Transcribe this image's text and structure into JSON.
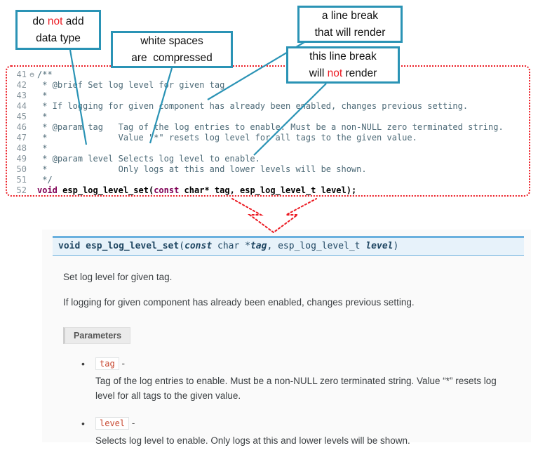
{
  "colors": {
    "teal": "#2a93b5",
    "red": "#ec1c24",
    "cm": "#4e6b78",
    "kw": "#7f0055",
    "sigbg": "#e7f2fa",
    "sigline": "#6ab0de",
    "sigtext": "#1f4662",
    "badge": "#c7462e",
    "panel": "#fafafa",
    "body": "#3d4144"
  },
  "callouts": [
    {
      "lines": [
        [
          {
            "t": "do "
          },
          {
            "t": "not",
            "red": true
          },
          {
            "t": " add"
          }
        ],
        [
          {
            "t": "data type"
          }
        ]
      ]
    },
    {
      "lines": [
        [
          {
            "t": "white spaces"
          }
        ],
        [
          {
            "t": "are  compressed"
          }
        ]
      ]
    },
    {
      "lines": [
        [
          {
            "t": "a line break"
          }
        ],
        [
          {
            "t": "that will render"
          }
        ]
      ]
    },
    {
      "lines": [
        [
          {
            "t": "this line break"
          }
        ],
        [
          {
            "t": "will "
          },
          {
            "t": "not",
            "red": true
          },
          {
            "t": " render"
          }
        ]
      ]
    }
  ],
  "code": {
    "lines": [
      {
        "num": "41",
        "fold": "⊖",
        "segs": [
          {
            "t": "/**",
            "c": "cm"
          }
        ]
      },
      {
        "num": "42",
        "segs": [
          {
            "t": " * @brief Set log level for given tag",
            "c": "cm"
          }
        ]
      },
      {
        "num": "43",
        "segs": [
          {
            "t": " *",
            "c": "cm"
          }
        ]
      },
      {
        "num": "44",
        "segs": [
          {
            "t": " * If logging for given component has already been enabled, changes previous setting.",
            "c": "cm"
          }
        ]
      },
      {
        "num": "45",
        "segs": [
          {
            "t": " *",
            "c": "cm"
          }
        ]
      },
      {
        "num": "46",
        "segs": [
          {
            "t": " * @param tag   Tag of the log entries to enable. Must be a non-NULL zero terminated string.",
            "c": "cm"
          }
        ]
      },
      {
        "num": "47",
        "segs": [
          {
            "t": " *              Value \"*\" resets log level for all tags to the given value.",
            "c": "cm"
          }
        ]
      },
      {
        "num": "48",
        "segs": [
          {
            "t": " *",
            "c": "cm"
          }
        ]
      },
      {
        "num": "49",
        "segs": [
          {
            "t": " * @param level Selects log level to enable.",
            "c": "cm"
          }
        ]
      },
      {
        "num": "50",
        "segs": [
          {
            "t": " *              Only logs at this and lower levels will be shown.",
            "c": "cm"
          }
        ]
      },
      {
        "num": "51",
        "segs": [
          {
            "t": " */",
            "c": "cm"
          }
        ]
      },
      {
        "num": "52",
        "segs": [
          {
            "t": "void",
            "c": "kw"
          },
          {
            "t": " ",
            "c": "pl"
          },
          {
            "t": "esp_log_level_set",
            "c": "fn"
          },
          {
            "t": "(",
            "c": "pl"
          },
          {
            "t": "const",
            "c": "kw"
          },
          {
            "t": " char* tag, esp_log_level_t level);",
            "c": "pl"
          }
        ]
      }
    ]
  },
  "doc": {
    "signature": [
      {
        "t": "void",
        "c": "kw"
      },
      {
        "t": " ",
        "c": "pl"
      },
      {
        "t": "esp_log_level_set",
        "c": "name"
      },
      {
        "t": "(",
        "c": "pl"
      },
      {
        "t": "const",
        "c": "it"
      },
      {
        "t": " char *",
        "c": "pl"
      },
      {
        "t": "tag",
        "c": "it"
      },
      {
        "t": ", esp_log_level_t ",
        "c": "pl"
      },
      {
        "t": "level",
        "c": "it"
      },
      {
        "t": ")",
        "c": "pl"
      }
    ],
    "para1": "Set log level for given tag.",
    "para2": "If logging for given component has already been enabled, changes previous setting.",
    "params_label": "Parameters",
    "items": [
      {
        "name": "tag",
        "sep": "-",
        "desc": "Tag of the log entries to enable. Must be a non-NULL zero terminated string. Value “*” resets log level for all tags to the given value."
      },
      {
        "name": "level",
        "sep": "-",
        "desc": "Selects log level to enable. Only logs at this and lower levels will be shown."
      }
    ]
  }
}
